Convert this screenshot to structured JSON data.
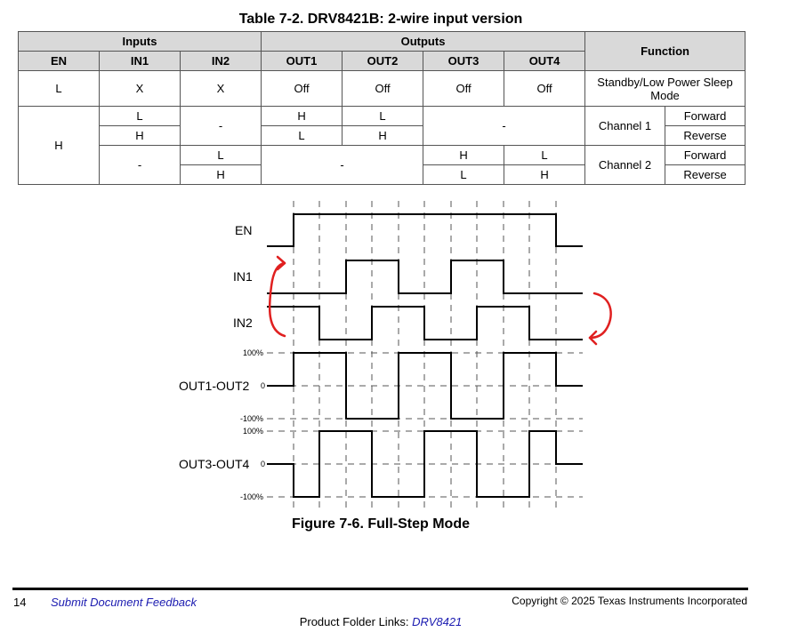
{
  "table": {
    "title": "Table 7-2. DRV8421B: 2-wire input version",
    "group_inputs": "Inputs",
    "group_outputs": "Outputs",
    "function_header": "Function",
    "col_headers": [
      "EN",
      "IN1",
      "IN2",
      "OUT1",
      "OUT2",
      "OUT3",
      "OUT4"
    ],
    "row_standby": {
      "en": "L",
      "in1": "X",
      "in2": "X",
      "out1": "Off",
      "out2": "Off",
      "out3": "Off",
      "out4": "Off",
      "function": "Standby/Low Power Sleep Mode"
    },
    "row_h": {
      "en": "H",
      "ch1": {
        "fwd": {
          "in1": "L",
          "out1": "H",
          "out2": "L",
          "dir": "Forward"
        },
        "rev": {
          "in1": "H",
          "out1": "L",
          "out2": "H",
          "dir": "Reverse"
        },
        "in2": "-",
        "out34": "-",
        "channel": "Channel 1"
      },
      "ch2": {
        "fwd": {
          "in2": "L",
          "out3": "H",
          "out4": "L",
          "dir": "Forward"
        },
        "rev": {
          "in2": "H",
          "out3": "L",
          "out4": "H",
          "dir": "Reverse"
        },
        "in1": "-",
        "out12": "-",
        "channel": "Channel 2"
      }
    }
  },
  "figure": {
    "title": "Figure 7-6. Full-Step Mode",
    "signals": {
      "en": "EN",
      "in1": "IN1",
      "in2": "IN2",
      "out12": "OUT1-OUT2",
      "out34": "OUT3-OUT4"
    },
    "levels": {
      "pos": "100%",
      "zero": "0",
      "neg": "-100%"
    },
    "annotation_color": "#e02020"
  },
  "footer": {
    "page_number": "14",
    "feedback": "Submit Document Feedback",
    "copyright": "Copyright © 2025 Texas Instruments Incorporated",
    "product_prefix": "Product Folder Links: ",
    "product_link": "DRV8421"
  }
}
